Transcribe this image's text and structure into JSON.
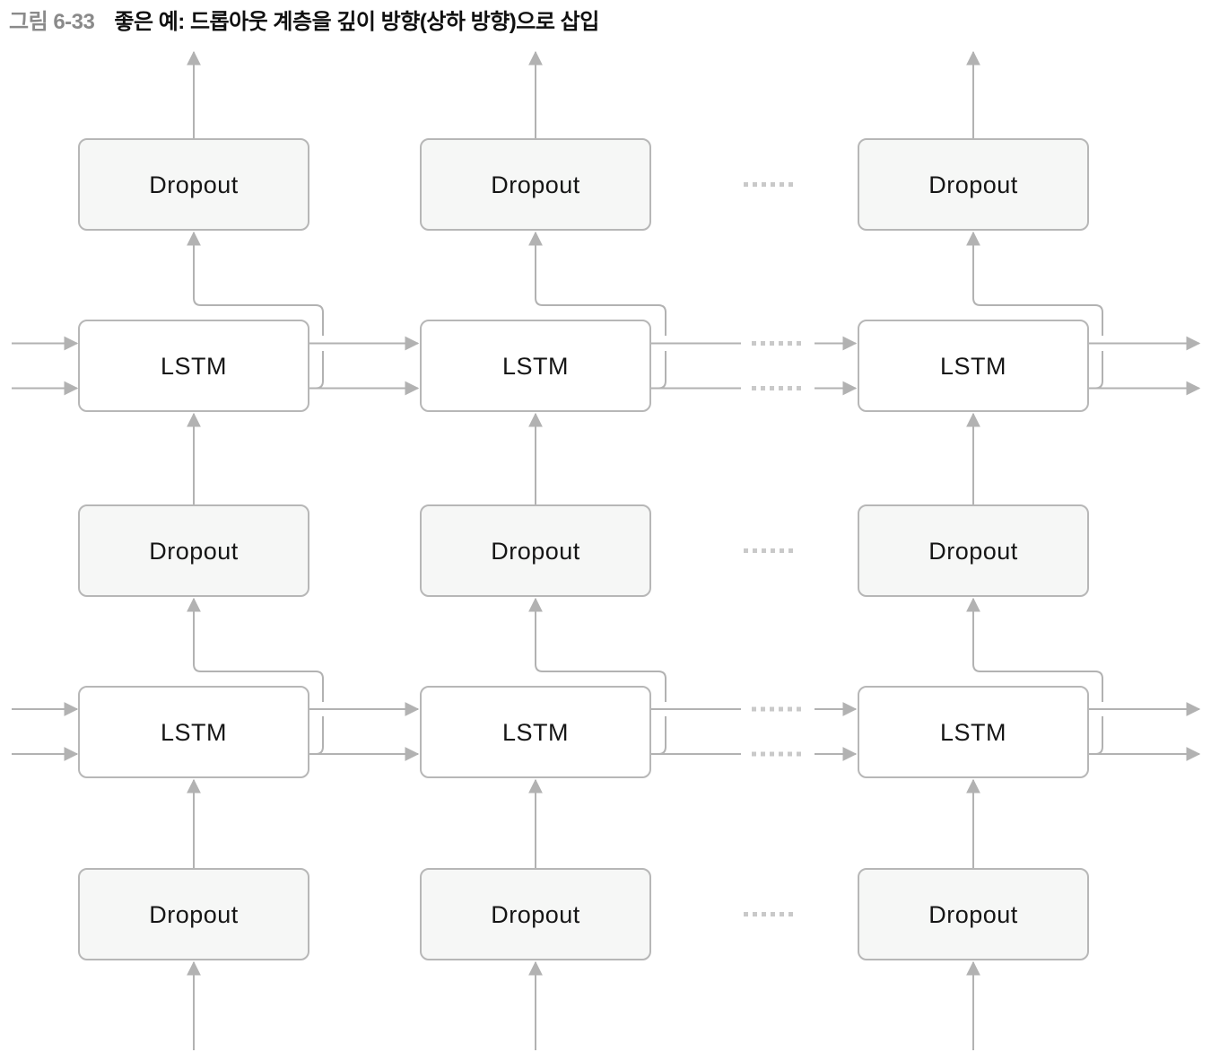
{
  "figure": {
    "label": "그림 6-33",
    "caption": "좋은 예: 드롭아웃 계층을 깊이 방향(상하 방향)으로 삽입"
  },
  "diagram": {
    "rows": [
      {
        "kind": "dropout",
        "cells": [
          "Dropout",
          "Dropout",
          "Dropout"
        ]
      },
      {
        "kind": "lstm",
        "cells": [
          "LSTM",
          "LSTM",
          "LSTM"
        ]
      },
      {
        "kind": "dropout",
        "cells": [
          "Dropout",
          "Dropout",
          "Dropout"
        ]
      },
      {
        "kind": "lstm",
        "cells": [
          "LSTM",
          "LSTM",
          "LSTM"
        ]
      },
      {
        "kind": "dropout",
        "cells": [
          "Dropout",
          "Dropout",
          "Dropout"
        ]
      }
    ],
    "ellipsis": "······"
  },
  "colors": {
    "line": "#b2b2b2",
    "box-border": "#b7b7b7",
    "dropout-fill": "#f6f7f6",
    "lstm-fill": "#ffffff",
    "label-text": "#161616",
    "figure-label": "#8a8a8a",
    "caption-text": "#101010",
    "dots": "#c9c9c9"
  }
}
